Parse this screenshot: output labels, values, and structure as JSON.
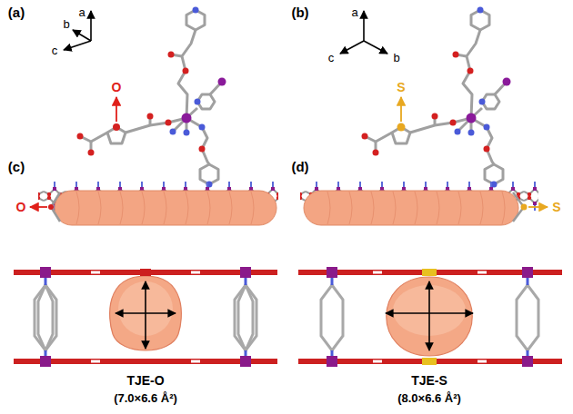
{
  "diagram": {
    "labels": [
      "(a)",
      "a",
      "b",
      "c",
      "O",
      "(b)",
      "a",
      "c",
      "b",
      "S",
      "(c)",
      "O",
      "(d)",
      "S",
      "TJE-O",
      "(7.0×6.6 Å²)",
      "TJE-S",
      "(8.0×6.6 Å²)"
    ]
  }
}
